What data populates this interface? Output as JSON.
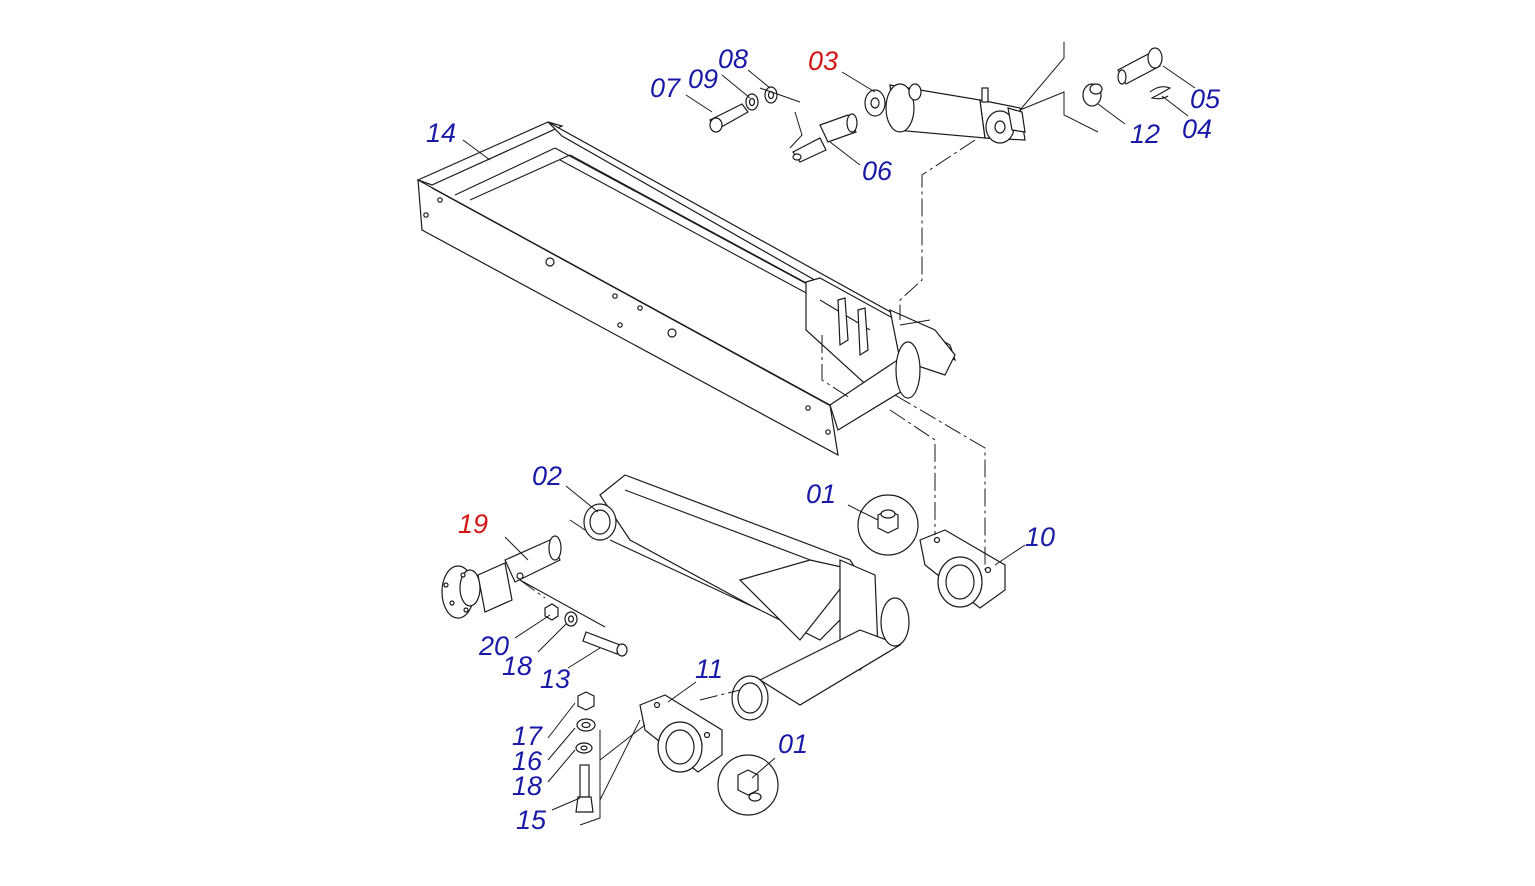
{
  "colors": {
    "label_default": "#1a1aa8",
    "label_highlight": "#d41515",
    "line": "#1a1a1a"
  },
  "callouts": {
    "p01a": {
      "text": "01",
      "highlight": false
    },
    "p01b": {
      "text": "01",
      "highlight": false
    },
    "p02": {
      "text": "02",
      "highlight": false
    },
    "p03": {
      "text": "03",
      "highlight": true
    },
    "p04": {
      "text": "04",
      "highlight": false
    },
    "p05": {
      "text": "05",
      "highlight": false
    },
    "p06": {
      "text": "06",
      "highlight": false
    },
    "p07": {
      "text": "07",
      "highlight": false
    },
    "p08": {
      "text": "08",
      "highlight": false
    },
    "p09": {
      "text": "09",
      "highlight": false
    },
    "p10": {
      "text": "10",
      "highlight": false
    },
    "p11": {
      "text": "11",
      "highlight": false
    },
    "p12": {
      "text": "12",
      "highlight": false
    },
    "p13": {
      "text": "13",
      "highlight": false
    },
    "p14": {
      "text": "14",
      "highlight": false
    },
    "p15": {
      "text": "15",
      "highlight": false
    },
    "p16": {
      "text": "16",
      "highlight": false
    },
    "p17": {
      "text": "17",
      "highlight": false
    },
    "p18a": {
      "text": "18",
      "highlight": false
    },
    "p18b": {
      "text": "18",
      "highlight": false
    },
    "p19": {
      "text": "19",
      "highlight": true
    },
    "p20": {
      "text": "20",
      "highlight": false
    }
  }
}
